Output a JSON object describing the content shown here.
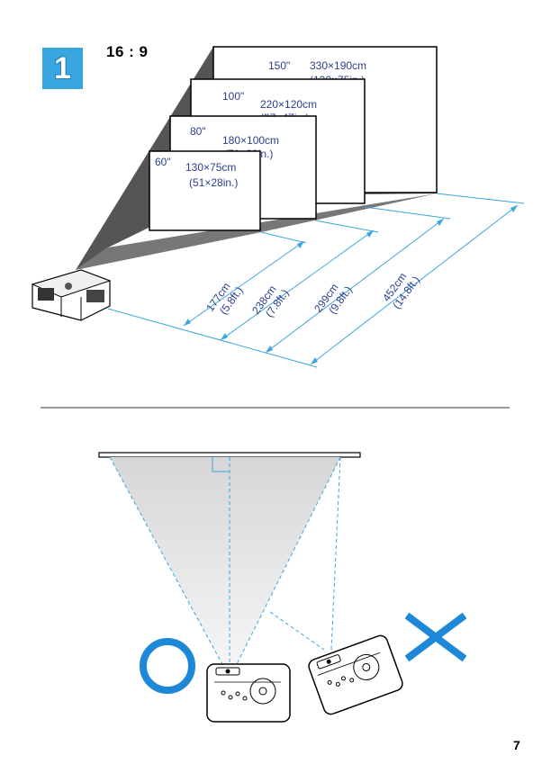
{
  "step": {
    "number": "1",
    "aspect_ratio": "16 : 9"
  },
  "screens": [
    {
      "diag": "150\"",
      "cm": "330×190cm",
      "inch": "(130×75in.)"
    },
    {
      "diag": "100\"",
      "cm": "220×120cm",
      "inch": "(87×47in.)"
    },
    {
      "diag": "80\"",
      "cm": "180×100cm",
      "inch": "(71×39in.)"
    },
    {
      "diag": "60\"",
      "cm": "130×75cm",
      "inch": "(51×28in.)"
    }
  ],
  "distances": [
    {
      "cm": "177cm",
      "ft": "(5.8ft.)"
    },
    {
      "cm": "238cm",
      "ft": "(7.8ft.)"
    },
    {
      "cm": "299cm",
      "ft": "(9.8ft.)"
    },
    {
      "cm": "452cm",
      "ft": "(14.8ft.)"
    }
  ],
  "colors": {
    "accent_blue": "#3aa6e0",
    "label_blue": "#2b3e8f",
    "dim_line": "#3aa6e0",
    "correct_mark": "#1e88d8",
    "wrong_mark": "#1e88d8"
  },
  "icons": {
    "correct": "circle-correct-icon",
    "wrong": "cross-wrong-icon"
  },
  "page_number": "7"
}
